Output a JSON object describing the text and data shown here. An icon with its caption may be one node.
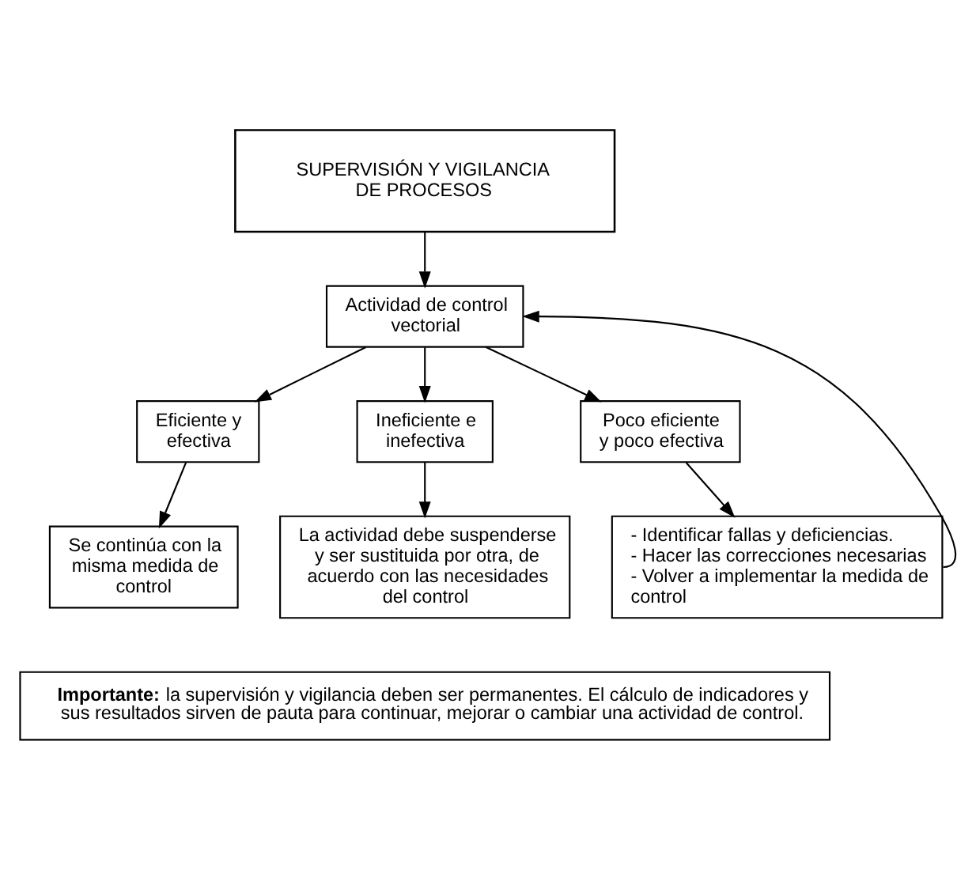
{
  "diagram": {
    "nodes": [
      {
        "text": [
          "SUPERVISIÓN Y VIGILANCIA DE PROCESOS"
        ]
      },
      {
        "text": [
          "Actividad de control vectorial"
        ]
      },
      {
        "text": [
          "Eficiente y efectiva"
        ]
      },
      {
        "text": [
          "Ineficiente e inefectiva"
        ]
      },
      {
        "text": [
          "Poco eficiente y poco efectiva"
        ]
      },
      {
        "text": [
          "Se continúa con la misma medida de control"
        ]
      },
      {
        "text": [
          "La actividad debe suspenderse y ser sustituida por otra, de acuerdo con las necesidades del control"
        ]
      },
      {
        "text": [
          "- Identificar fallas y deficiencias.",
          "- Hacer las correcciones necesarias",
          "- Volver a implementar la medida de control"
        ]
      },
      {
        "text": [
          "**Importante:** la supervisión y vigilancia deben ser permanentes. El cálculo de indicadores y sus resultados sirven de pauta para continuar, mejorar o cambiar una actividad de control."
        ]
      }
    ],
    "edges": [
      {
        "from": 0,
        "to": 1,
        "arrow": "to"
      },
      {
        "from": 1,
        "to": 2,
        "arrow": "to"
      },
      {
        "from": 1,
        "to": 3,
        "arrow": "to"
      },
      {
        "from": 1,
        "to": 4,
        "arrow": "to"
      },
      {
        "from": 2,
        "to": 5,
        "arrow": "to"
      },
      {
        "from": 3,
        "to": 6,
        "arrow": "to"
      },
      {
        "from": 4,
        "to": 7,
        "arrow": "to"
      },
      {
        "from": 7,
        "to": 1,
        "arrow": "to"
      }
    ]
  }
}
